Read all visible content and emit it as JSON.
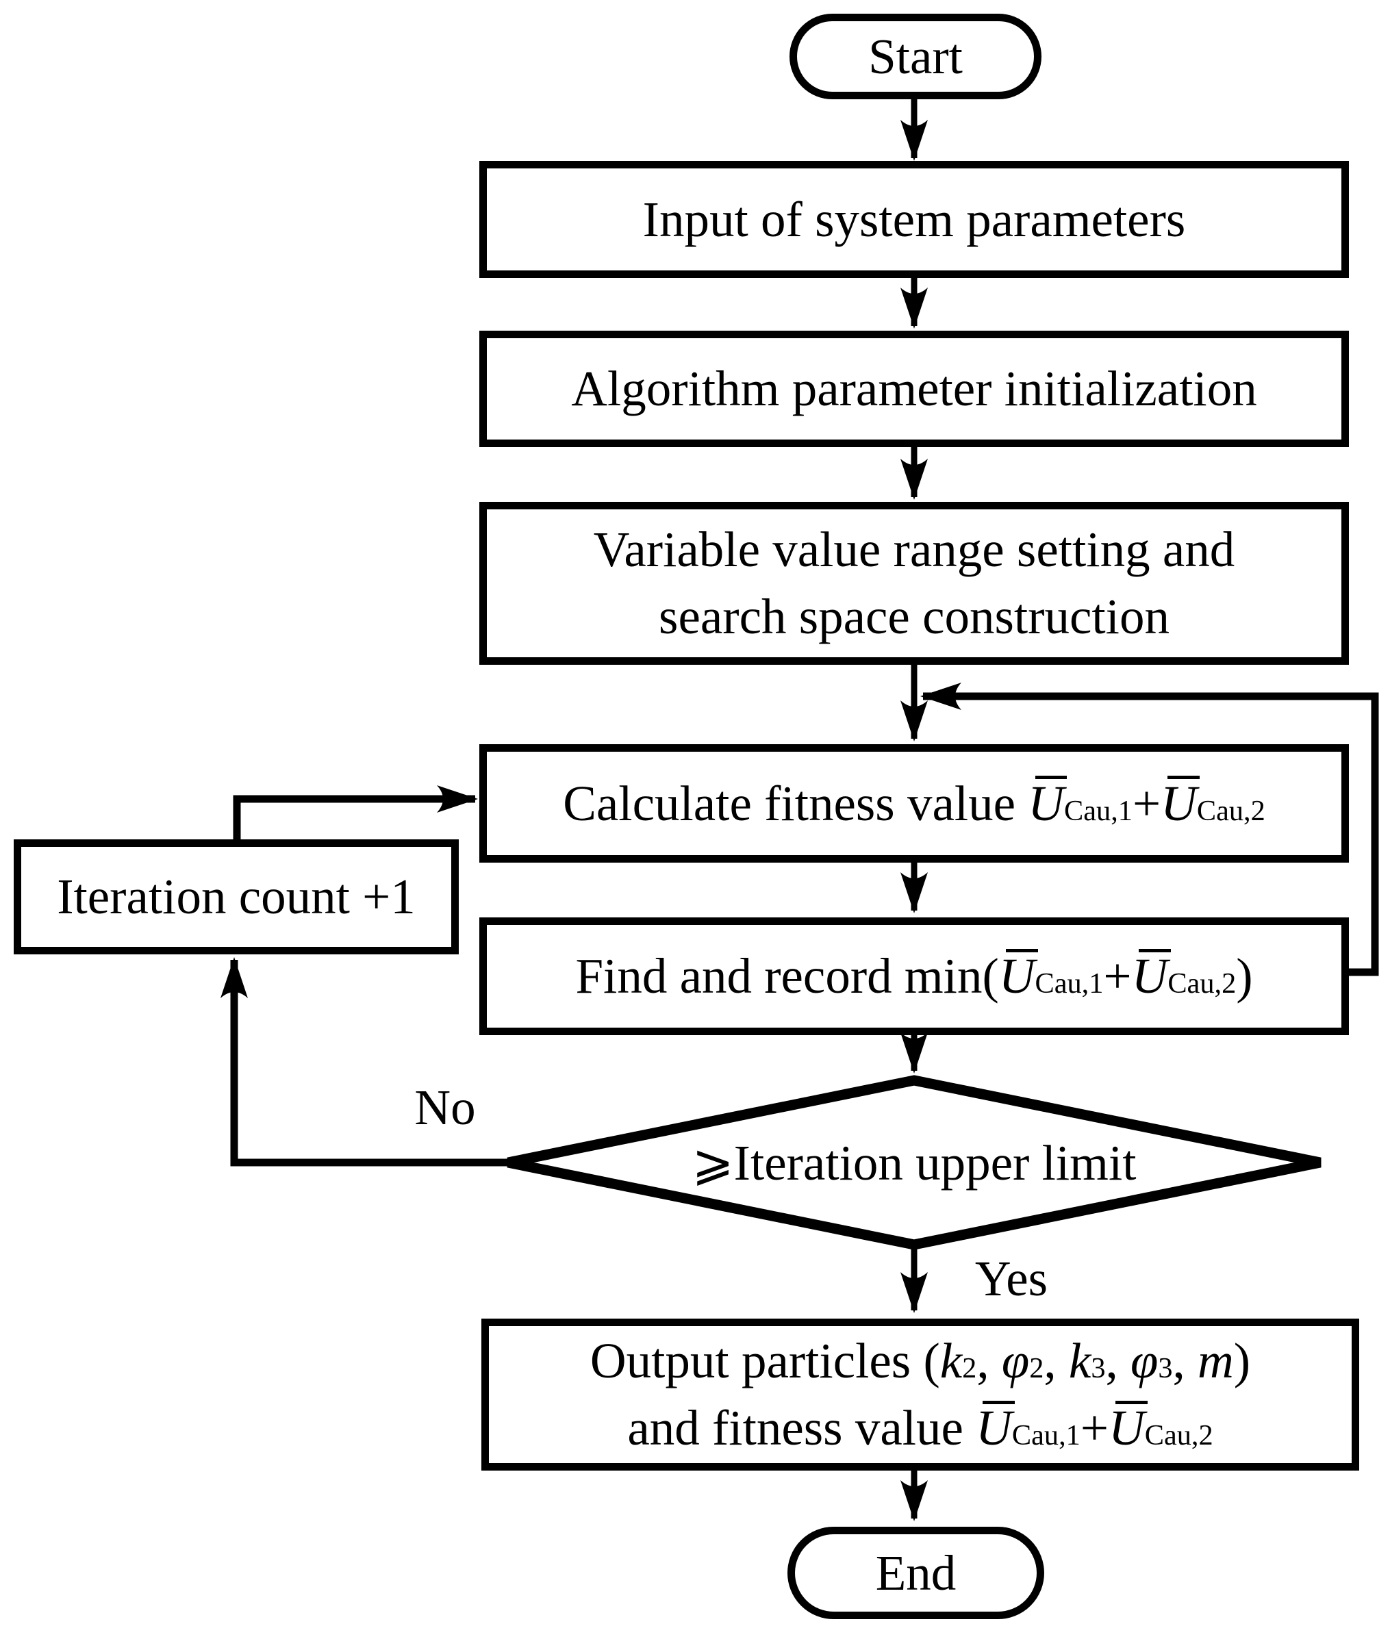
{
  "diagram": {
    "type": "flowchart",
    "background_color": "#ffffff",
    "stroke_color": "#000000",
    "nodes": {
      "start": {
        "shape": "terminator",
        "label": "Start"
      },
      "input_params": {
        "shape": "process",
        "label": "Input of system parameters"
      },
      "algo_init": {
        "shape": "process",
        "label": "Algorithm parameter initialization"
      },
      "range_setting": {
        "shape": "process",
        "lines": [
          "Variable value range setting and",
          "search space construction"
        ]
      },
      "calc_fitness": {
        "shape": "process",
        "rich": [
          {
            "s": "t",
            "v": "Calculate fitness value "
          },
          {
            "s": "iov",
            "v": "U"
          },
          {
            "s": "sub",
            "v": "Cau,1"
          },
          {
            "s": "t",
            "v": "+"
          },
          {
            "s": "iov",
            "v": "U"
          },
          {
            "s": "sub",
            "v": "Cau,2"
          }
        ]
      },
      "find_min": {
        "shape": "process",
        "rich": [
          {
            "s": "t",
            "v": "Find and record min("
          },
          {
            "s": "iov",
            "v": "U"
          },
          {
            "s": "sub",
            "v": "Cau,1"
          },
          {
            "s": "t",
            "v": "+"
          },
          {
            "s": "iov",
            "v": "U"
          },
          {
            "s": "sub",
            "v": "Cau,2"
          },
          {
            "s": "t",
            "v": ")"
          }
        ]
      },
      "iteration_limit": {
        "shape": "decision",
        "label": "⩾Iteration upper limit"
      },
      "iteration_count": {
        "shape": "process",
        "label": "Iteration count +1"
      },
      "output": {
        "shape": "process",
        "rich_lines": [
          [
            {
              "s": "t",
              "v": "Output particles ("
            },
            {
              "s": "i",
              "v": "k"
            },
            {
              "s": "sub",
              "v": "2"
            },
            {
              "s": "t",
              "v": ", "
            },
            {
              "s": "i",
              "v": "φ"
            },
            {
              "s": "sub",
              "v": "2"
            },
            {
              "s": "t",
              "v": ", "
            },
            {
              "s": "i",
              "v": "k"
            },
            {
              "s": "sub",
              "v": "3"
            },
            {
              "s": "t",
              "v": ", "
            },
            {
              "s": "i",
              "v": "φ"
            },
            {
              "s": "sub",
              "v": "3"
            },
            {
              "s": "t",
              "v": ", "
            },
            {
              "s": "i",
              "v": "m"
            },
            {
              "s": "t",
              "v": ")"
            }
          ],
          [
            {
              "s": "t",
              "v": "and fitness value "
            },
            {
              "s": "iov",
              "v": "U"
            },
            {
              "s": "sub",
              "v": "Cau,1"
            },
            {
              "s": "t",
              "v": "+"
            },
            {
              "s": "iov",
              "v": "U"
            },
            {
              "s": "sub",
              "v": "Cau,2"
            }
          ]
        ]
      },
      "end": {
        "shape": "terminator",
        "label": "End"
      }
    },
    "edge_labels": {
      "no": "No",
      "yes": "Yes"
    }
  }
}
